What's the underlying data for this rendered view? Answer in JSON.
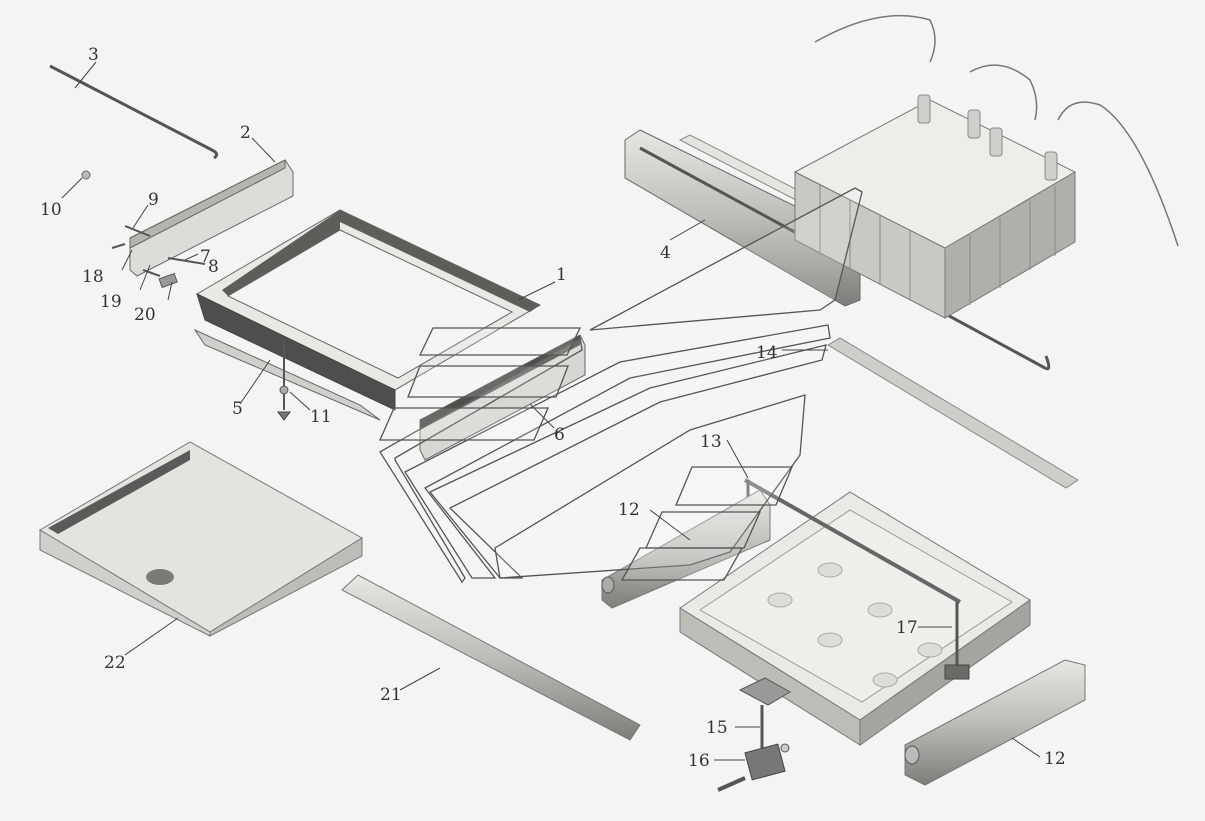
{
  "callouts": [
    {
      "id": "1",
      "text": "1"
    },
    {
      "id": "2",
      "text": "2"
    },
    {
      "id": "3",
      "text": "3"
    },
    {
      "id": "4",
      "text": "4"
    },
    {
      "id": "5",
      "text": "5"
    },
    {
      "id": "6",
      "text": "6"
    },
    {
      "id": "7",
      "text": "7"
    },
    {
      "id": "8",
      "text": "8"
    },
    {
      "id": "9",
      "text": "9"
    },
    {
      "id": "10",
      "text": "10"
    },
    {
      "id": "11",
      "text": "11"
    },
    {
      "id": "12a",
      "text": "12"
    },
    {
      "id": "12b",
      "text": "12"
    },
    {
      "id": "13",
      "text": "13"
    },
    {
      "id": "14",
      "text": "14"
    },
    {
      "id": "15",
      "text": "15"
    },
    {
      "id": "16",
      "text": "16"
    },
    {
      "id": "17",
      "text": "17"
    },
    {
      "id": "18",
      "text": "18"
    },
    {
      "id": "19",
      "text": "19"
    },
    {
      "id": "20",
      "text": "20"
    },
    {
      "id": "21",
      "text": "21"
    },
    {
      "id": "22",
      "text": "22"
    }
  ],
  "colors": {
    "background": "#f4f4f4",
    "metal_light": "#d9d9d6",
    "metal_mid": "#b8b8b3",
    "metal_dark": "#5a5a58",
    "line": "#444444"
  }
}
